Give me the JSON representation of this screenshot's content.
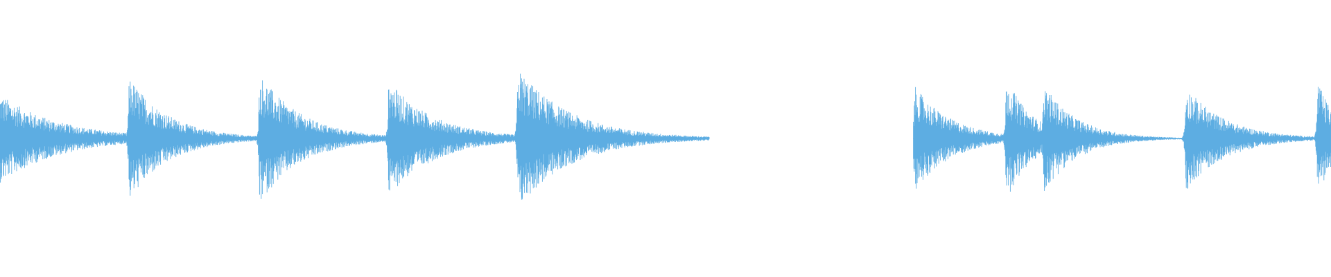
{
  "waveform": {
    "color": "#5dade2",
    "background": "#ffffff",
    "gap": {
      "start": 0.533,
      "end": 0.686
    },
    "peaks": [
      {
        "t": 0.0,
        "amp": 0.63,
        "decay": 0.045
      },
      {
        "t": 0.097,
        "amp": 0.88,
        "decay": 0.03
      },
      {
        "t": 0.195,
        "amp": 0.92,
        "decay": 0.032
      },
      {
        "t": 0.292,
        "amp": 0.82,
        "decay": 0.035
      },
      {
        "t": 0.389,
        "amp": 1.0,
        "decay": 0.04
      },
      {
        "t": 0.687,
        "amp": 0.75,
        "decay": 0.028
      },
      {
        "t": 0.756,
        "amp": 0.88,
        "decay": 0.02
      },
      {
        "t": 0.784,
        "amp": 0.78,
        "decay": 0.025
      },
      {
        "t": 0.891,
        "amp": 0.74,
        "decay": 0.03
      },
      {
        "t": 0.99,
        "amp": 0.82,
        "decay": 0.015
      }
    ],
    "floor": 0.012,
    "tail_end": 0.533
  }
}
